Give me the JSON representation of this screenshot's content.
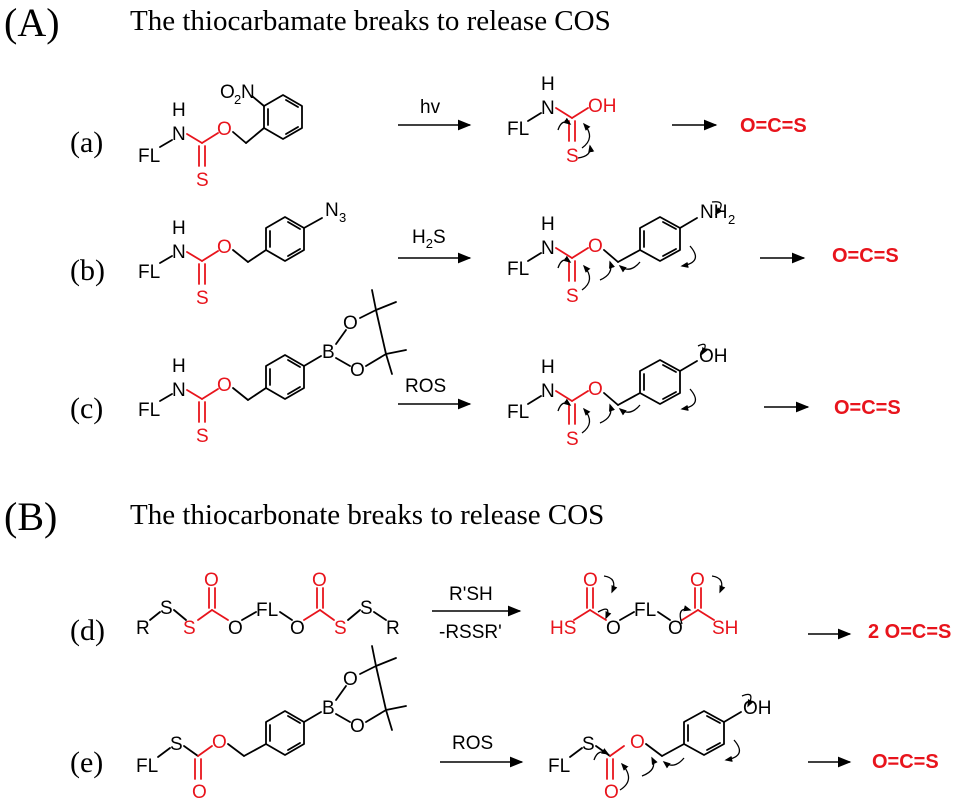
{
  "sections": {
    "A": {
      "label": "(A)",
      "title": "The thiocarbamate breaks to release COS"
    },
    "B": {
      "label": "(B)",
      "title": "The thiocarbonate breaks to release COS"
    }
  },
  "rows": {
    "a": {
      "label": "(a)",
      "condition": "hv",
      "product": "O=C=S"
    },
    "b": {
      "label": "(b)",
      "condition": "H2S",
      "product": "O=C=S"
    },
    "c": {
      "label": "(c)",
      "condition": "ROS",
      "product": "O=C=S"
    },
    "d": {
      "label": "(d)",
      "condition_top": "R'SH",
      "condition_bottom": "-RSSR'",
      "product": "2 O=C=S"
    },
    "e": {
      "label": "(e)",
      "condition": "ROS",
      "product": "O=C=S"
    }
  },
  "atoms": {
    "FL": "FL",
    "N": "N",
    "H": "H",
    "O": "O",
    "S": "S",
    "OH": "OH",
    "NH": "NH",
    "N3": "N",
    "sub3": "3",
    "B": "B",
    "R": "R",
    "SH": "SH",
    "HS": "HS",
    "O2": "O",
    "sub2": "2",
    "NO": "N",
    "NH2": "NH",
    "sub2b": "2",
    "H2": "H",
    "S2": "S"
  },
  "colors": {
    "highlight": "#e8141c",
    "ink": "#000000"
  }
}
